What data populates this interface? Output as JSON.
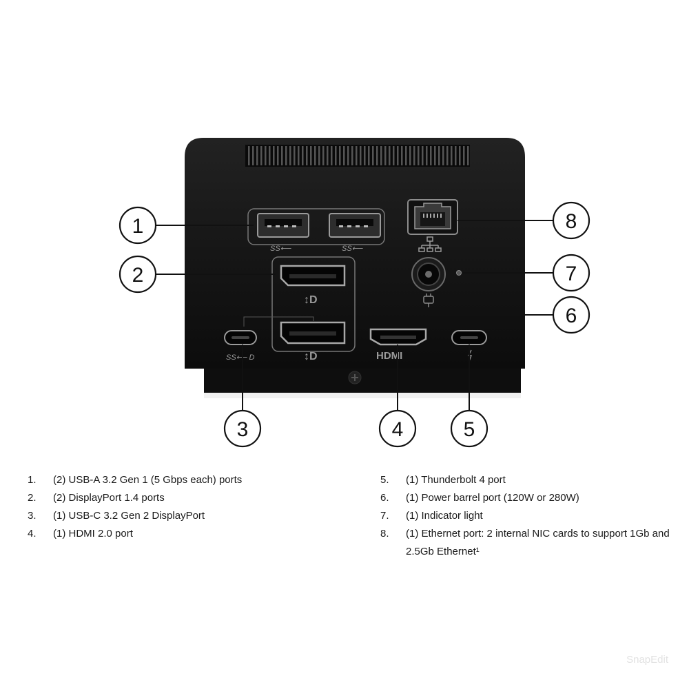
{
  "callouts": [
    "1",
    "2",
    "3",
    "4",
    "5",
    "6",
    "7",
    "8"
  ],
  "port_logos": {
    "usb_a_left": "SS⟵",
    "usb_a_right": "SS⟵",
    "displayport_upper": "↕D",
    "displayport_lower": "↕D",
    "usb_c": "SS⟵ D",
    "hdmi": "HDMI",
    "ethernet_icon": "ethernet-icon",
    "power_icon": "power-icon"
  },
  "legend": [
    {
      "num": "1.",
      "text": "(2) USB-A 3.2 Gen 1 (5 Gbps each) ports"
    },
    {
      "num": "2.",
      "text": "(2) DisplayPort 1.4 ports"
    },
    {
      "num": "3.",
      "text": "(1) USB-C 3.2 Gen 2 DisplayPort"
    },
    {
      "num": "4.",
      "text": "(1) HDMI 2.0 port"
    },
    {
      "num": "5.",
      "text": "(1) Thunderbolt 4 port"
    },
    {
      "num": "6.",
      "text": "(1) Power barrel port (120W or 280W)"
    },
    {
      "num": "7.",
      "text": "(1) Indicator light"
    },
    {
      "num": "8.",
      "text": "(1) Ethernet port: 2 internal NIC cards to support 1Gb and 2.5Gb Ethernet¹"
    }
  ],
  "watermark": "SnapEdit",
  "colors": {
    "device": "#141414",
    "port_outline": "#8c8c8c",
    "callout_stroke": "#111111"
  }
}
